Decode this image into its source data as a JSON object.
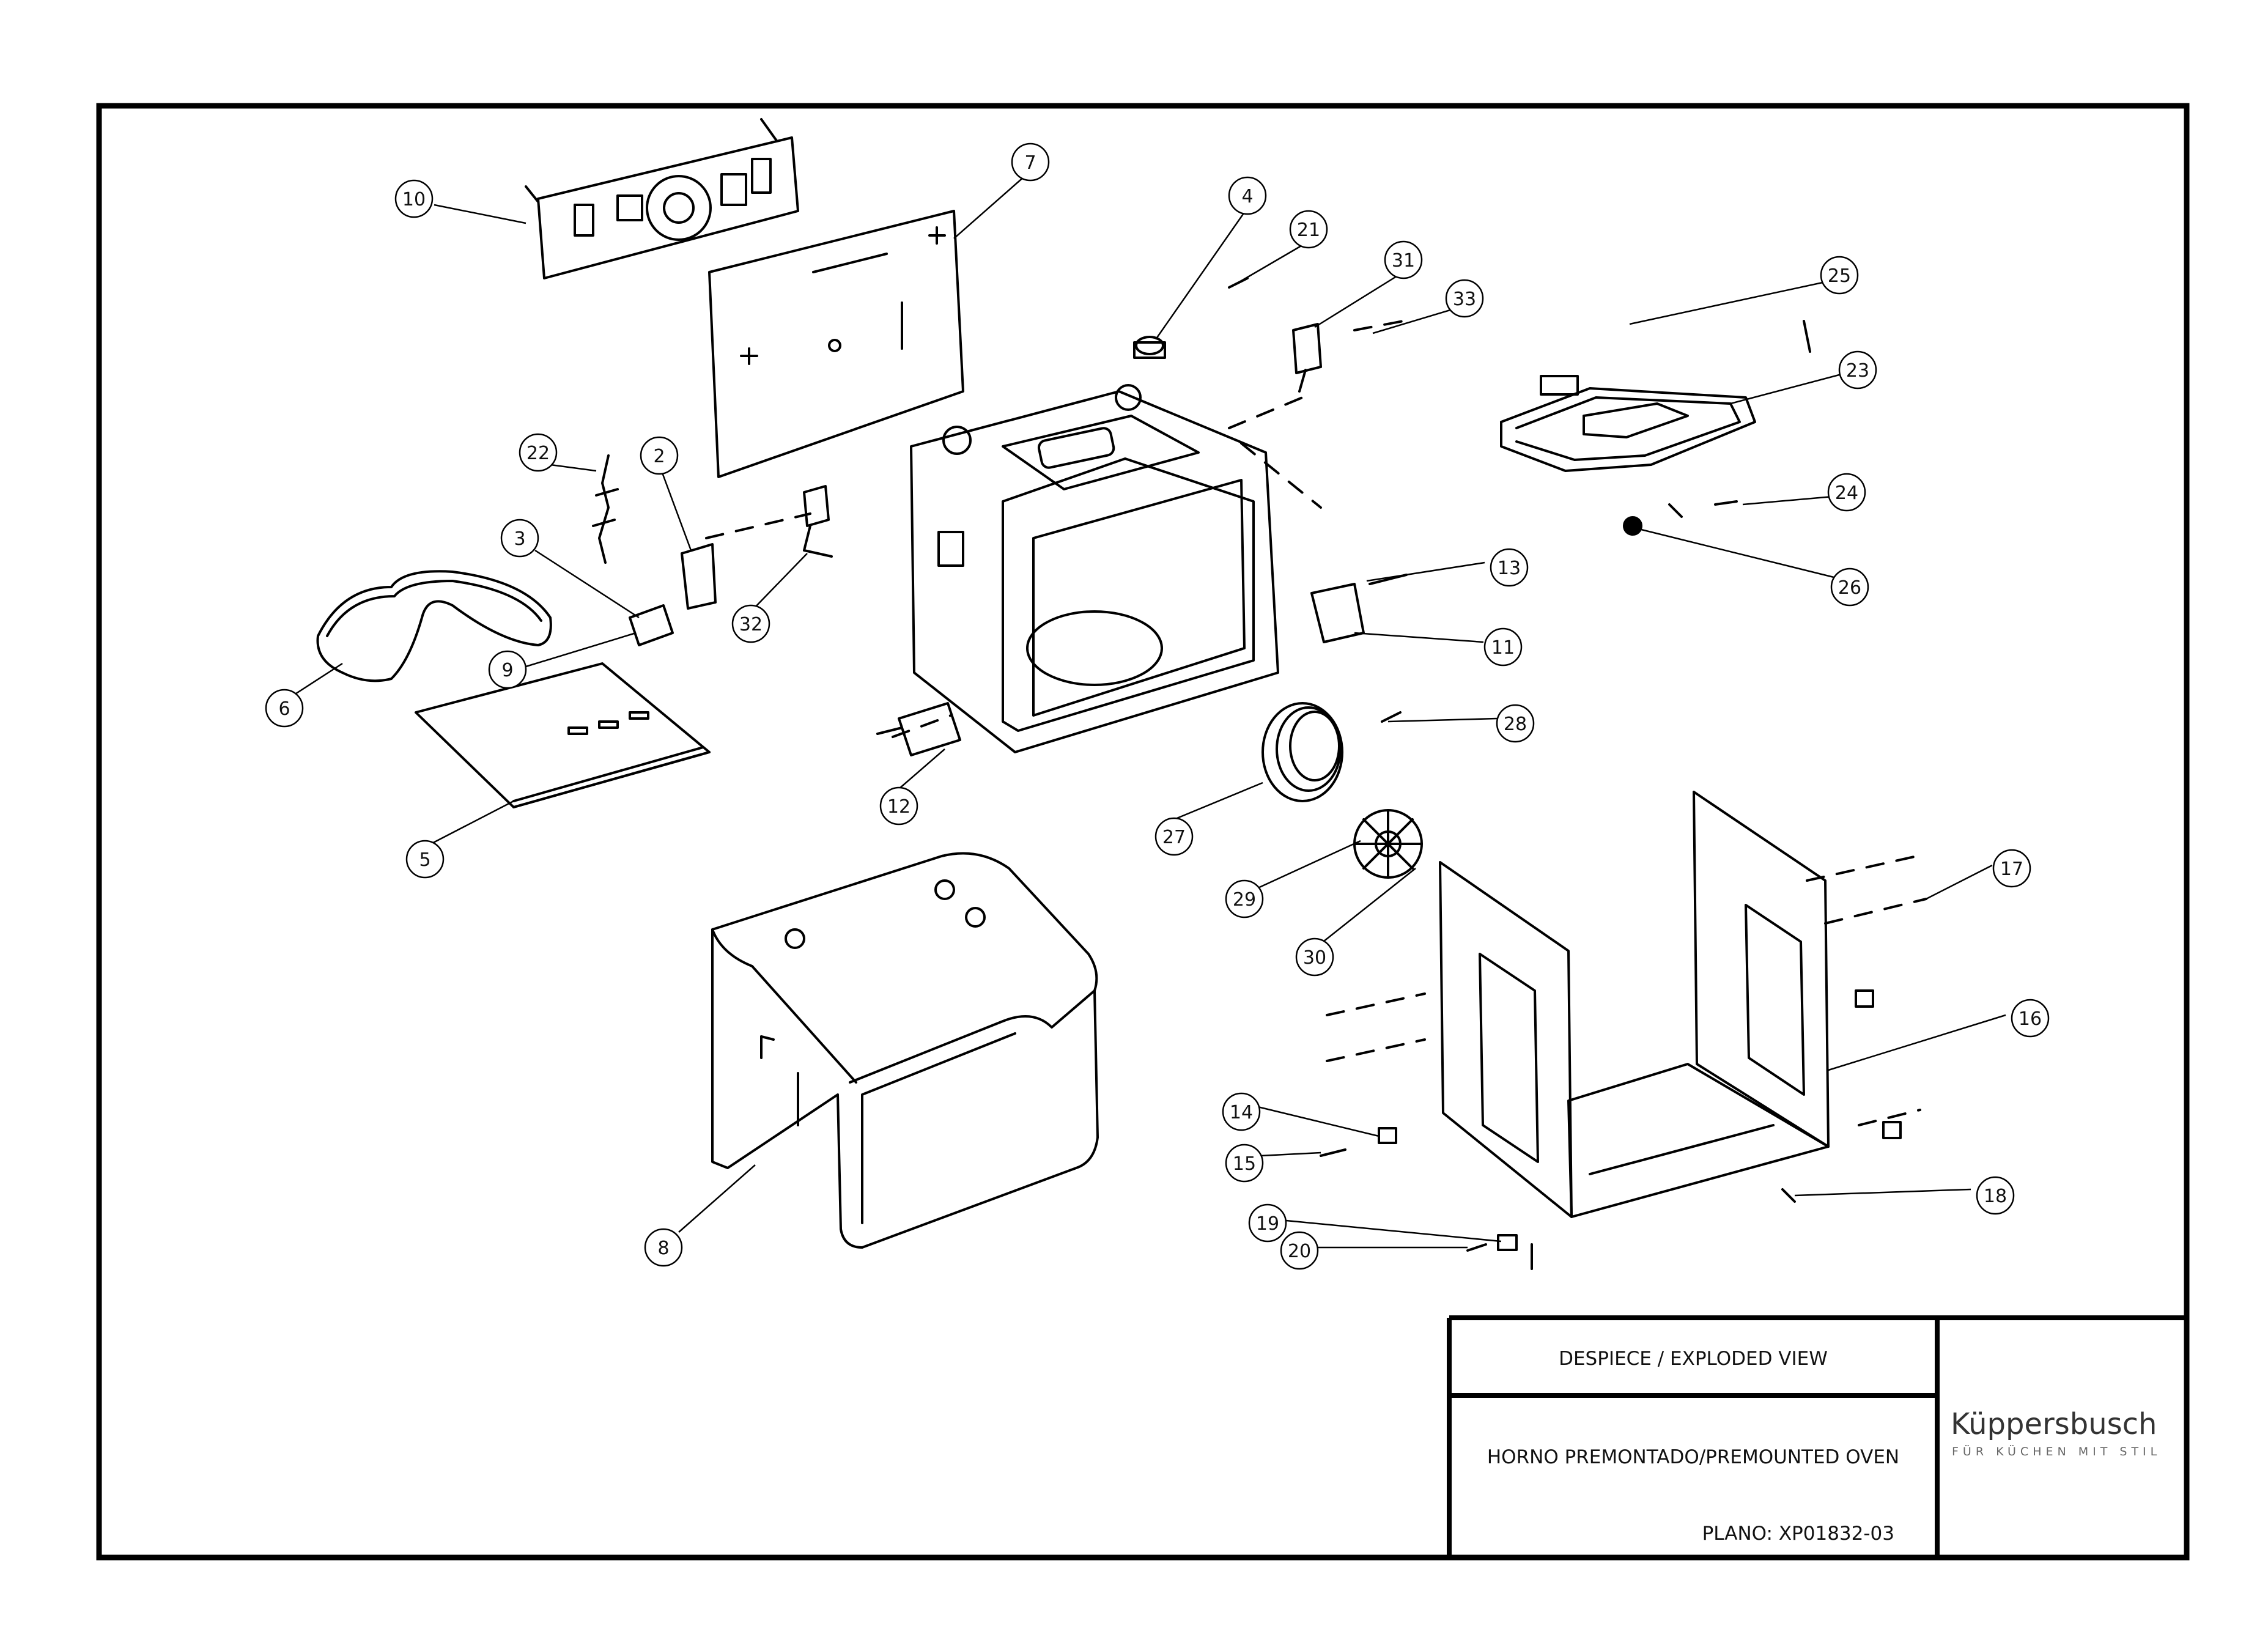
{
  "title_block": {
    "view_title": "DESPIECE / EXPLODED VIEW",
    "product_name": "HORNO PREMONTADO/PREMOUNTED OVEN",
    "plan_number": "PLANO: XP01832-03"
  },
  "brand": {
    "name": "Küppersbusch",
    "tagline": "FÜR KÜCHEN MIT STIL"
  },
  "callouts": {
    "c1": "10",
    "c2": "7",
    "c3": "4",
    "c4": "21",
    "c5": "31",
    "c6": "33",
    "c7": "25",
    "c8": "23",
    "c9": "24",
    "c10": "26",
    "c11": "22",
    "c12": "2",
    "c13": "3",
    "c14": "32",
    "c15": "9",
    "c16": "6",
    "c17": "13",
    "c18": "11",
    "c19": "28",
    "c20": "12",
    "c21": "27",
    "c22": "5",
    "c23": "29",
    "c24": "30",
    "c25": "17",
    "c26": "16",
    "c27": "14",
    "c28": "15",
    "c29": "18",
    "c30": "19",
    "c31": "20",
    "c32": "8"
  }
}
